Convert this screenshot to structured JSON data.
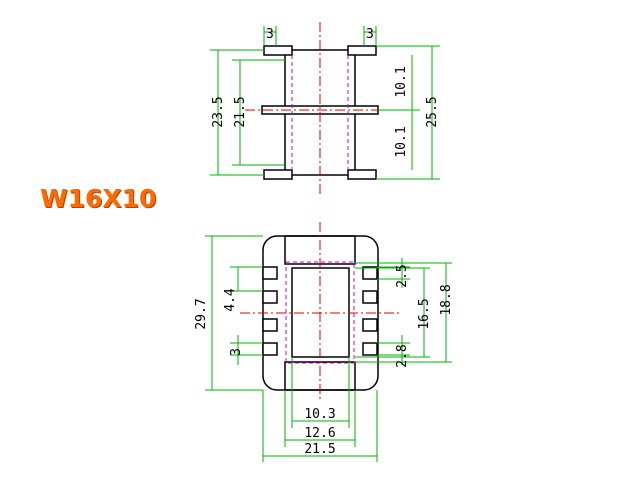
{
  "title": "W16X10",
  "colors": {
    "outline": "#000000",
    "dimension": "#00b000",
    "centerline": "#e00000",
    "hidden": "#cc00cc",
    "title": "#ff6a00"
  },
  "side_view": {
    "dims": {
      "flange_left": "3",
      "flange_right": "3",
      "height_inner": "23.5",
      "height_mid": "21.5",
      "height_total": "25.5",
      "upper_gap": "10.1",
      "lower_gap": "10.1"
    }
  },
  "top_view": {
    "dims": {
      "height_total": "29.7",
      "pin_pitch": "4.4",
      "slot_width_left": "3",
      "slot_width_right": "2.5",
      "window_height": "16.5",
      "body_height": "18.8",
      "pin_width": "2.8",
      "window_width": "10.3",
      "core_width": "12.6",
      "total_width": "21.5"
    }
  }
}
